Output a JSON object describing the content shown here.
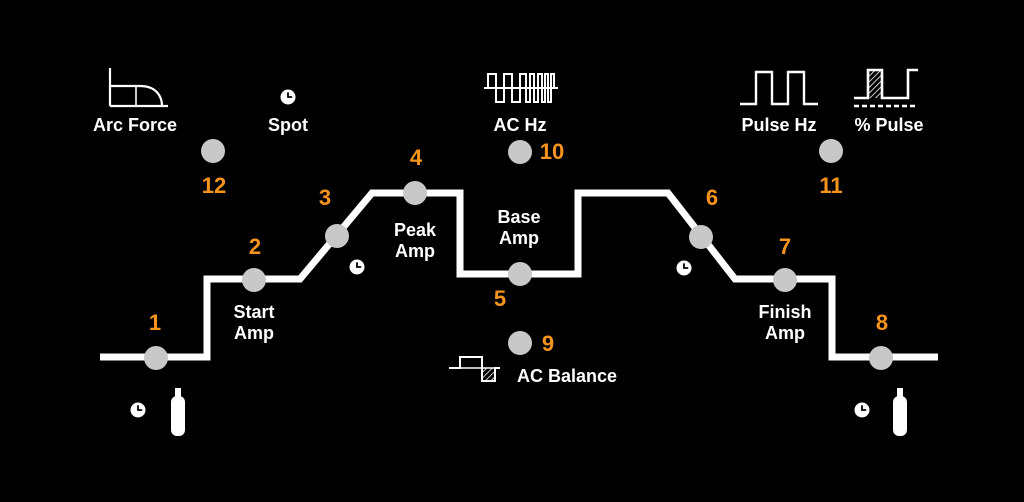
{
  "colors": {
    "background": "#000000",
    "line": "#ffffff",
    "number": "#f7941d",
    "knob": "#c8c8c8"
  },
  "numbers": {
    "n1": "1",
    "n2": "2",
    "n3": "3",
    "n4": "4",
    "n5": "5",
    "n6": "6",
    "n7": "7",
    "n8": "8",
    "n9": "9",
    "n10": "10",
    "n11": "11",
    "n12": "12"
  },
  "labels": {
    "arc_force": "Arc Force",
    "spot": "Spot",
    "ac_hz": "AC Hz",
    "pulse_hz": "Pulse Hz",
    "pct_pulse": "% Pulse",
    "start_amp_1": "Start",
    "start_amp_2": "Amp",
    "peak_amp_1": "Peak",
    "peak_amp_2": "Amp",
    "base_amp_1": "Base",
    "base_amp_2": "Amp",
    "finish_amp_1": "Finish",
    "finish_amp_2": "Amp",
    "ac_balance": "AC Balance"
  },
  "icons": [
    "arc-force-icon",
    "clock-icon",
    "ac-wave-icon",
    "pulse-wave-icon",
    "percent-pulse-icon",
    "gas-cylinder-icon",
    "ac-balance-icon"
  ]
}
